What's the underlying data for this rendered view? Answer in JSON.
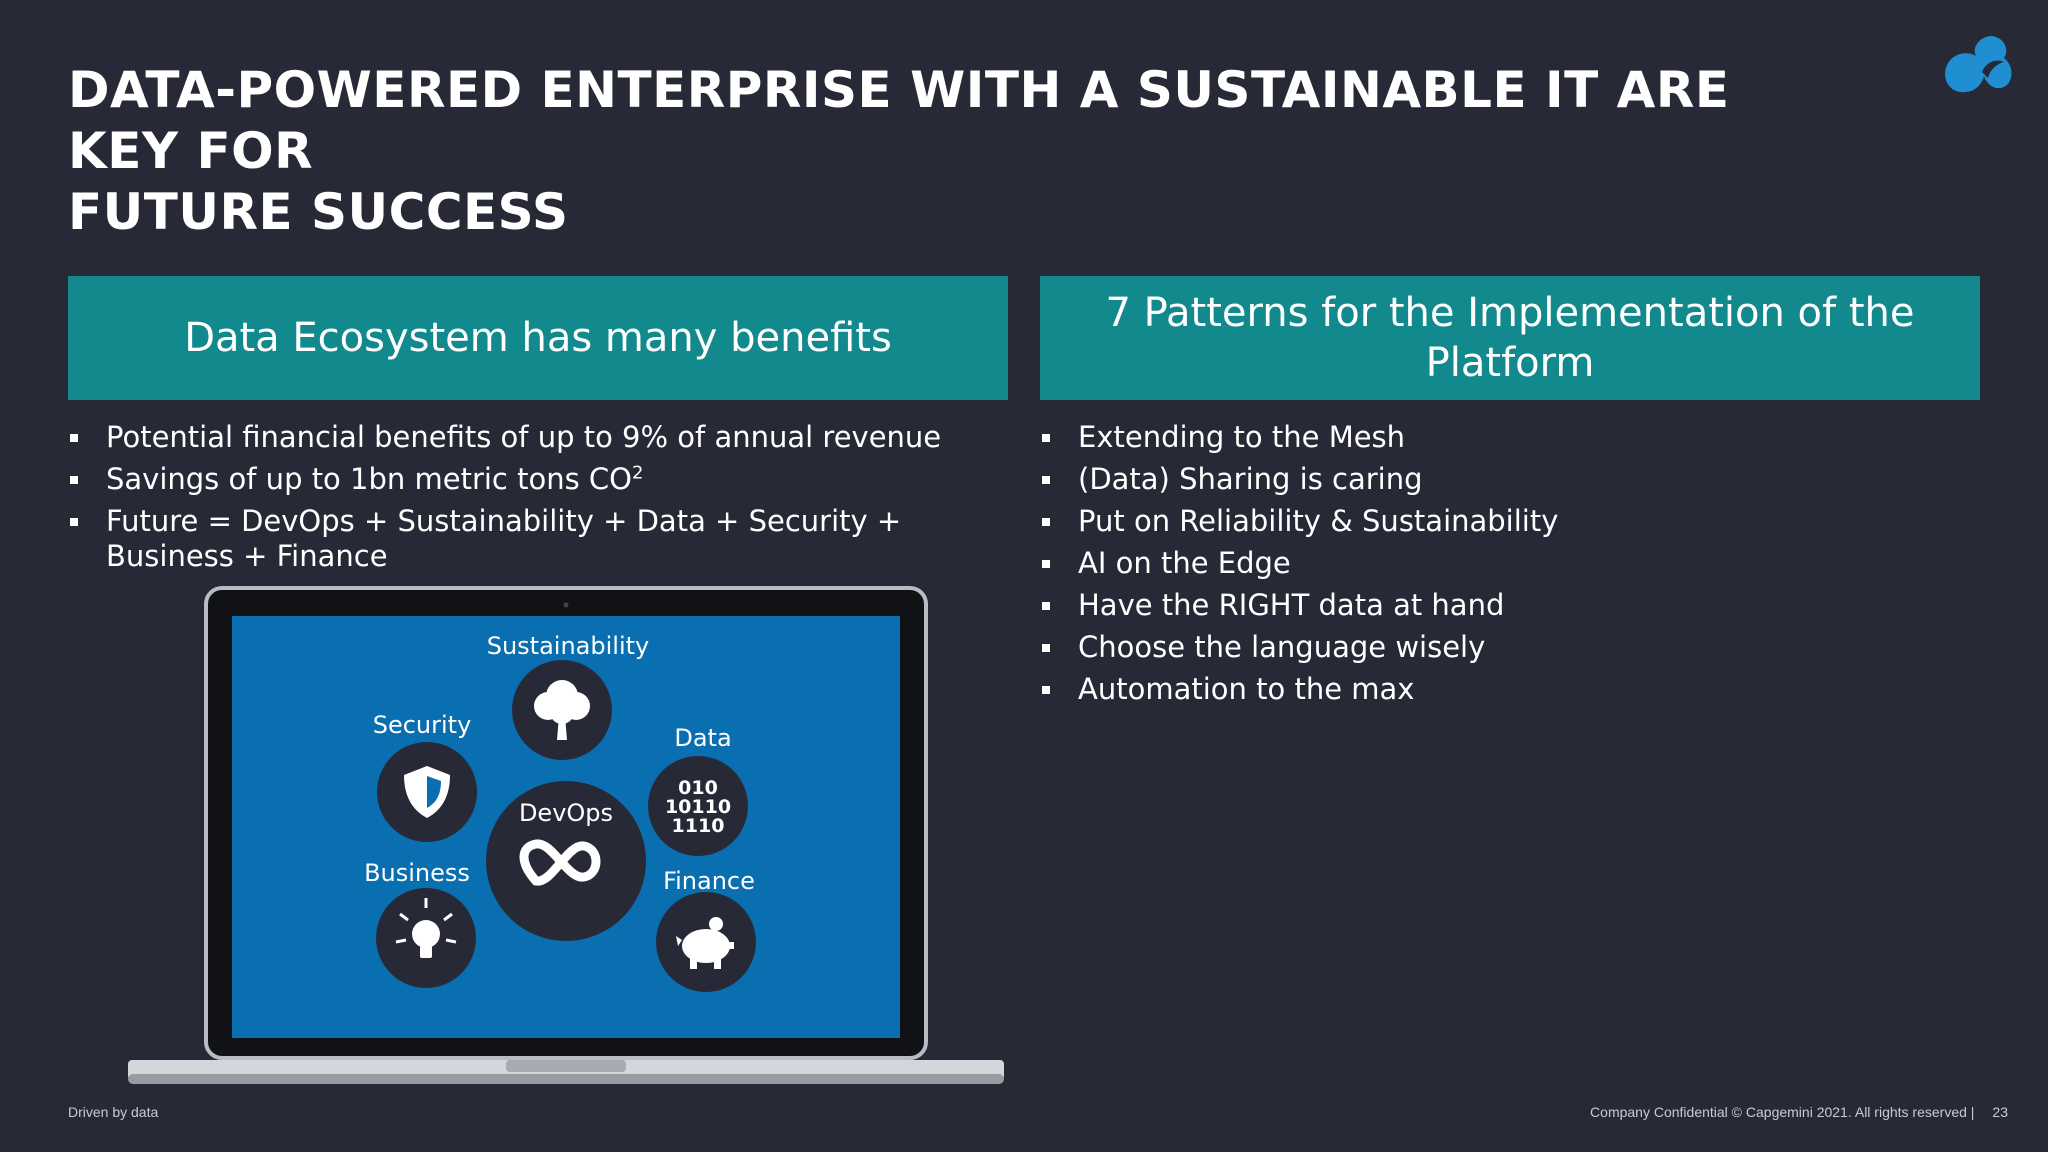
{
  "slide": {
    "title_line1": "DATA-POWERED ENTERPRISE WITH A SUSTAINABLE IT ARE KEY FOR",
    "title_line2": "FUTURE SUCCESS"
  },
  "left_panel": {
    "header": "Data Ecosystem has many benefits",
    "bullets": [
      "Potential financial benefits of up to 9% of annual revenue",
      "Savings of up to 1bn metric tons CO",
      "Future = DevOps + Sustainability + Data + Security + Business + Finance"
    ],
    "bullet2_sup": "2"
  },
  "right_panel": {
    "header": "7 Patterns for the Implementation of the Platform",
    "bullets": [
      "Extending to the Mesh",
      "(Data) Sharing is caring",
      "Put on Reliability & Sustainability",
      "AI on the Edge",
      "Have the RIGHT data at hand",
      "Choose the language wisely",
      "Automation to the max"
    ]
  },
  "diagram": {
    "center": "DevOps",
    "nodes": {
      "sustainability": "Sustainability",
      "security": "Security",
      "data": "Data",
      "business": "Business",
      "finance": "Finance"
    },
    "binary_lines": [
      "010",
      "10110",
      "1110"
    ]
  },
  "footer": {
    "left": "Driven by data",
    "right": "Company Confidential © Capgemini 2021. All rights reserved  |",
    "page": "23"
  },
  "colors": {
    "background": "#272936",
    "header_teal": "#12898c",
    "screen_blue": "#0a6fb0",
    "node_dark": "#272936",
    "logo_blue": "#1f8fd1"
  }
}
